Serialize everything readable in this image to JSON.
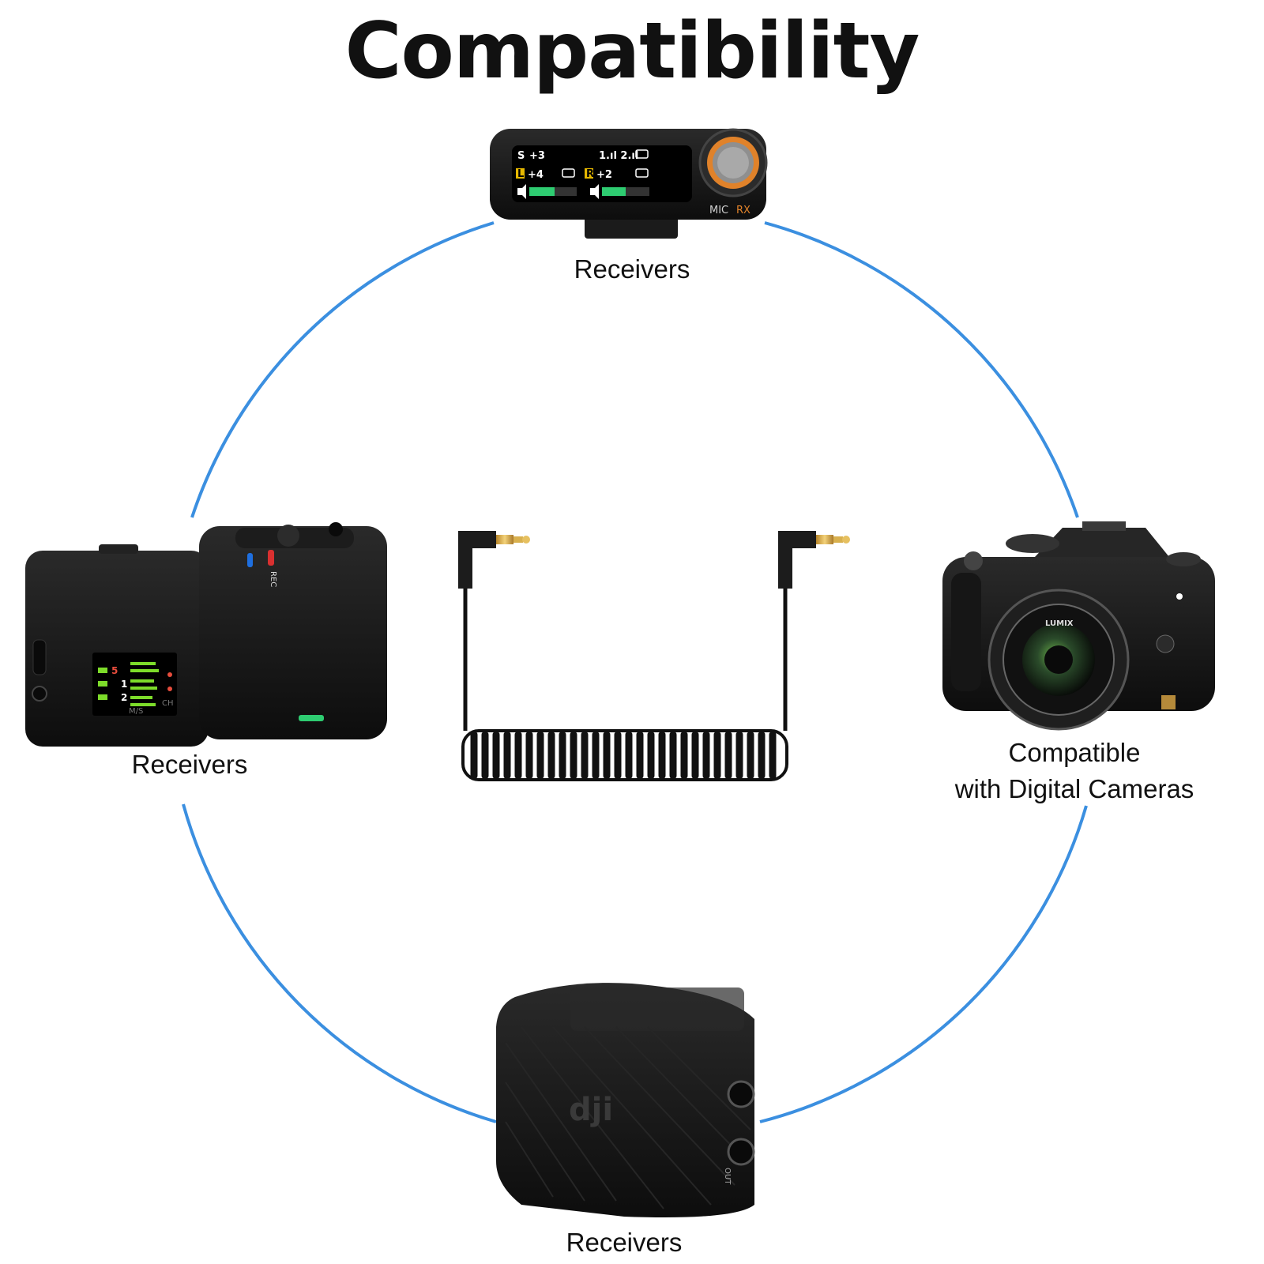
{
  "title": "Compatibility",
  "captions": {
    "top": "Receivers",
    "left": "Receivers",
    "right_line1": "Compatible",
    "right_line2": "with Digital Cameras",
    "bottom": "Receivers"
  },
  "device_labels": {
    "mic_rx_brand": "MIC",
    "mic_rx_model": "RX",
    "screen_s": "S",
    "screen_s_val": "+3",
    "screen_l": "L",
    "screen_l_val": "+4",
    "screen_r": "R",
    "screen_r_val": "+2",
    "screen_ch": "1.ıl 2.ıl",
    "left_rec": "REC",
    "left_ms": "M/S",
    "left_ch": "CH",
    "left_num5": "5",
    "left_num1": "1",
    "left_num2": "2",
    "camera_brand": "LUMIX",
    "dji_logo": "dji",
    "dji_out": "OUT"
  },
  "colors": {
    "ring": "#3b8fe0",
    "device_body": "#1a1a1a",
    "accent_orange": "#e0822a",
    "accent_green": "#2ecc71"
  }
}
